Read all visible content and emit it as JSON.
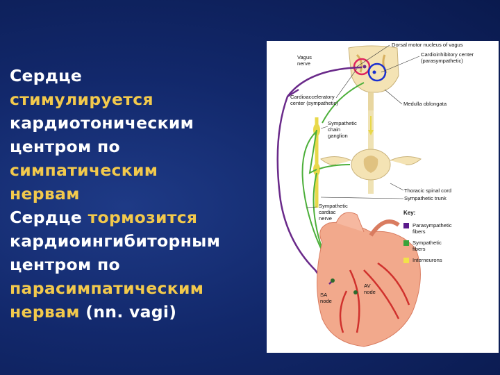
{
  "slide": {
    "text_lines": [
      [
        {
          "t": "Сердце",
          "hl": false
        }
      ],
      [
        {
          "t": "стимулируется",
          "hl": true
        }
      ],
      [
        {
          "t": "кардиотоническим",
          "hl": false
        }
      ],
      [
        {
          "t": "центром по",
          "hl": false
        }
      ],
      [
        {
          "t": "симпатическим",
          "hl": true
        }
      ],
      [
        {
          "t": "нервам",
          "hl": true
        }
      ],
      [
        {
          "t": "Сердце ",
          "hl": false
        },
        {
          "t": "тормозится",
          "hl": true
        }
      ],
      [
        {
          "t": "кардиоингибиторным",
          "hl": false
        }
      ],
      [
        {
          "t": "центром по",
          "hl": false
        }
      ],
      [
        {
          "t": "парасимпатическим",
          "hl": true
        }
      ],
      [
        {
          "t": "нервам ",
          "hl": true
        },
        {
          "t": "(nn. vagi)",
          "hl": false
        }
      ]
    ]
  },
  "figure": {
    "labels": {
      "vagus1": "Vagus",
      "vagus2": "nerve",
      "dorsal": "Dorsal motor nucleus of vagus",
      "cardioinhib1": "Cardioinhibitory center",
      "cardioinhib2": "(parasympathetic)",
      "cardioaccel1": "Cardioacceleratory",
      "cardioaccel2": "center (sympathetic)",
      "medulla": "Medulla oblongata",
      "chain1": "Sympathetic",
      "chain2": "chain",
      "chain3": "ganglion",
      "thoracic": "Thoracic spinal cord",
      "trunk": "Sympathetic trunk",
      "cardiac1": "Sympathetic",
      "cardiac2": "cardiac",
      "cardiac3": "nerve",
      "sa1": "SA",
      "sa2": "node",
      "av1": "AV",
      "av2": "node"
    },
    "key": {
      "title": "Key:",
      "items": [
        {
          "line1": "Parasympathetic",
          "line2": "fibers",
          "color": "#5b1a8c"
        },
        {
          "line1": "Sympathetic",
          "line2": "fibers",
          "color": "#3aa33a"
        },
        {
          "line1": "Interneurons",
          "line2": "",
          "color": "#f2e24a"
        }
      ]
    },
    "colors": {
      "parasympathetic": "#6a2a8a",
      "sympathetic": "#4caf3a",
      "interneuron": "#e8d84a",
      "heart": "#f2a98c",
      "vessels": "#d0312d",
      "brain": "#f4e3b4",
      "circle_red": "#e0245e",
      "circle_blue": "#1a2fd0"
    }
  }
}
